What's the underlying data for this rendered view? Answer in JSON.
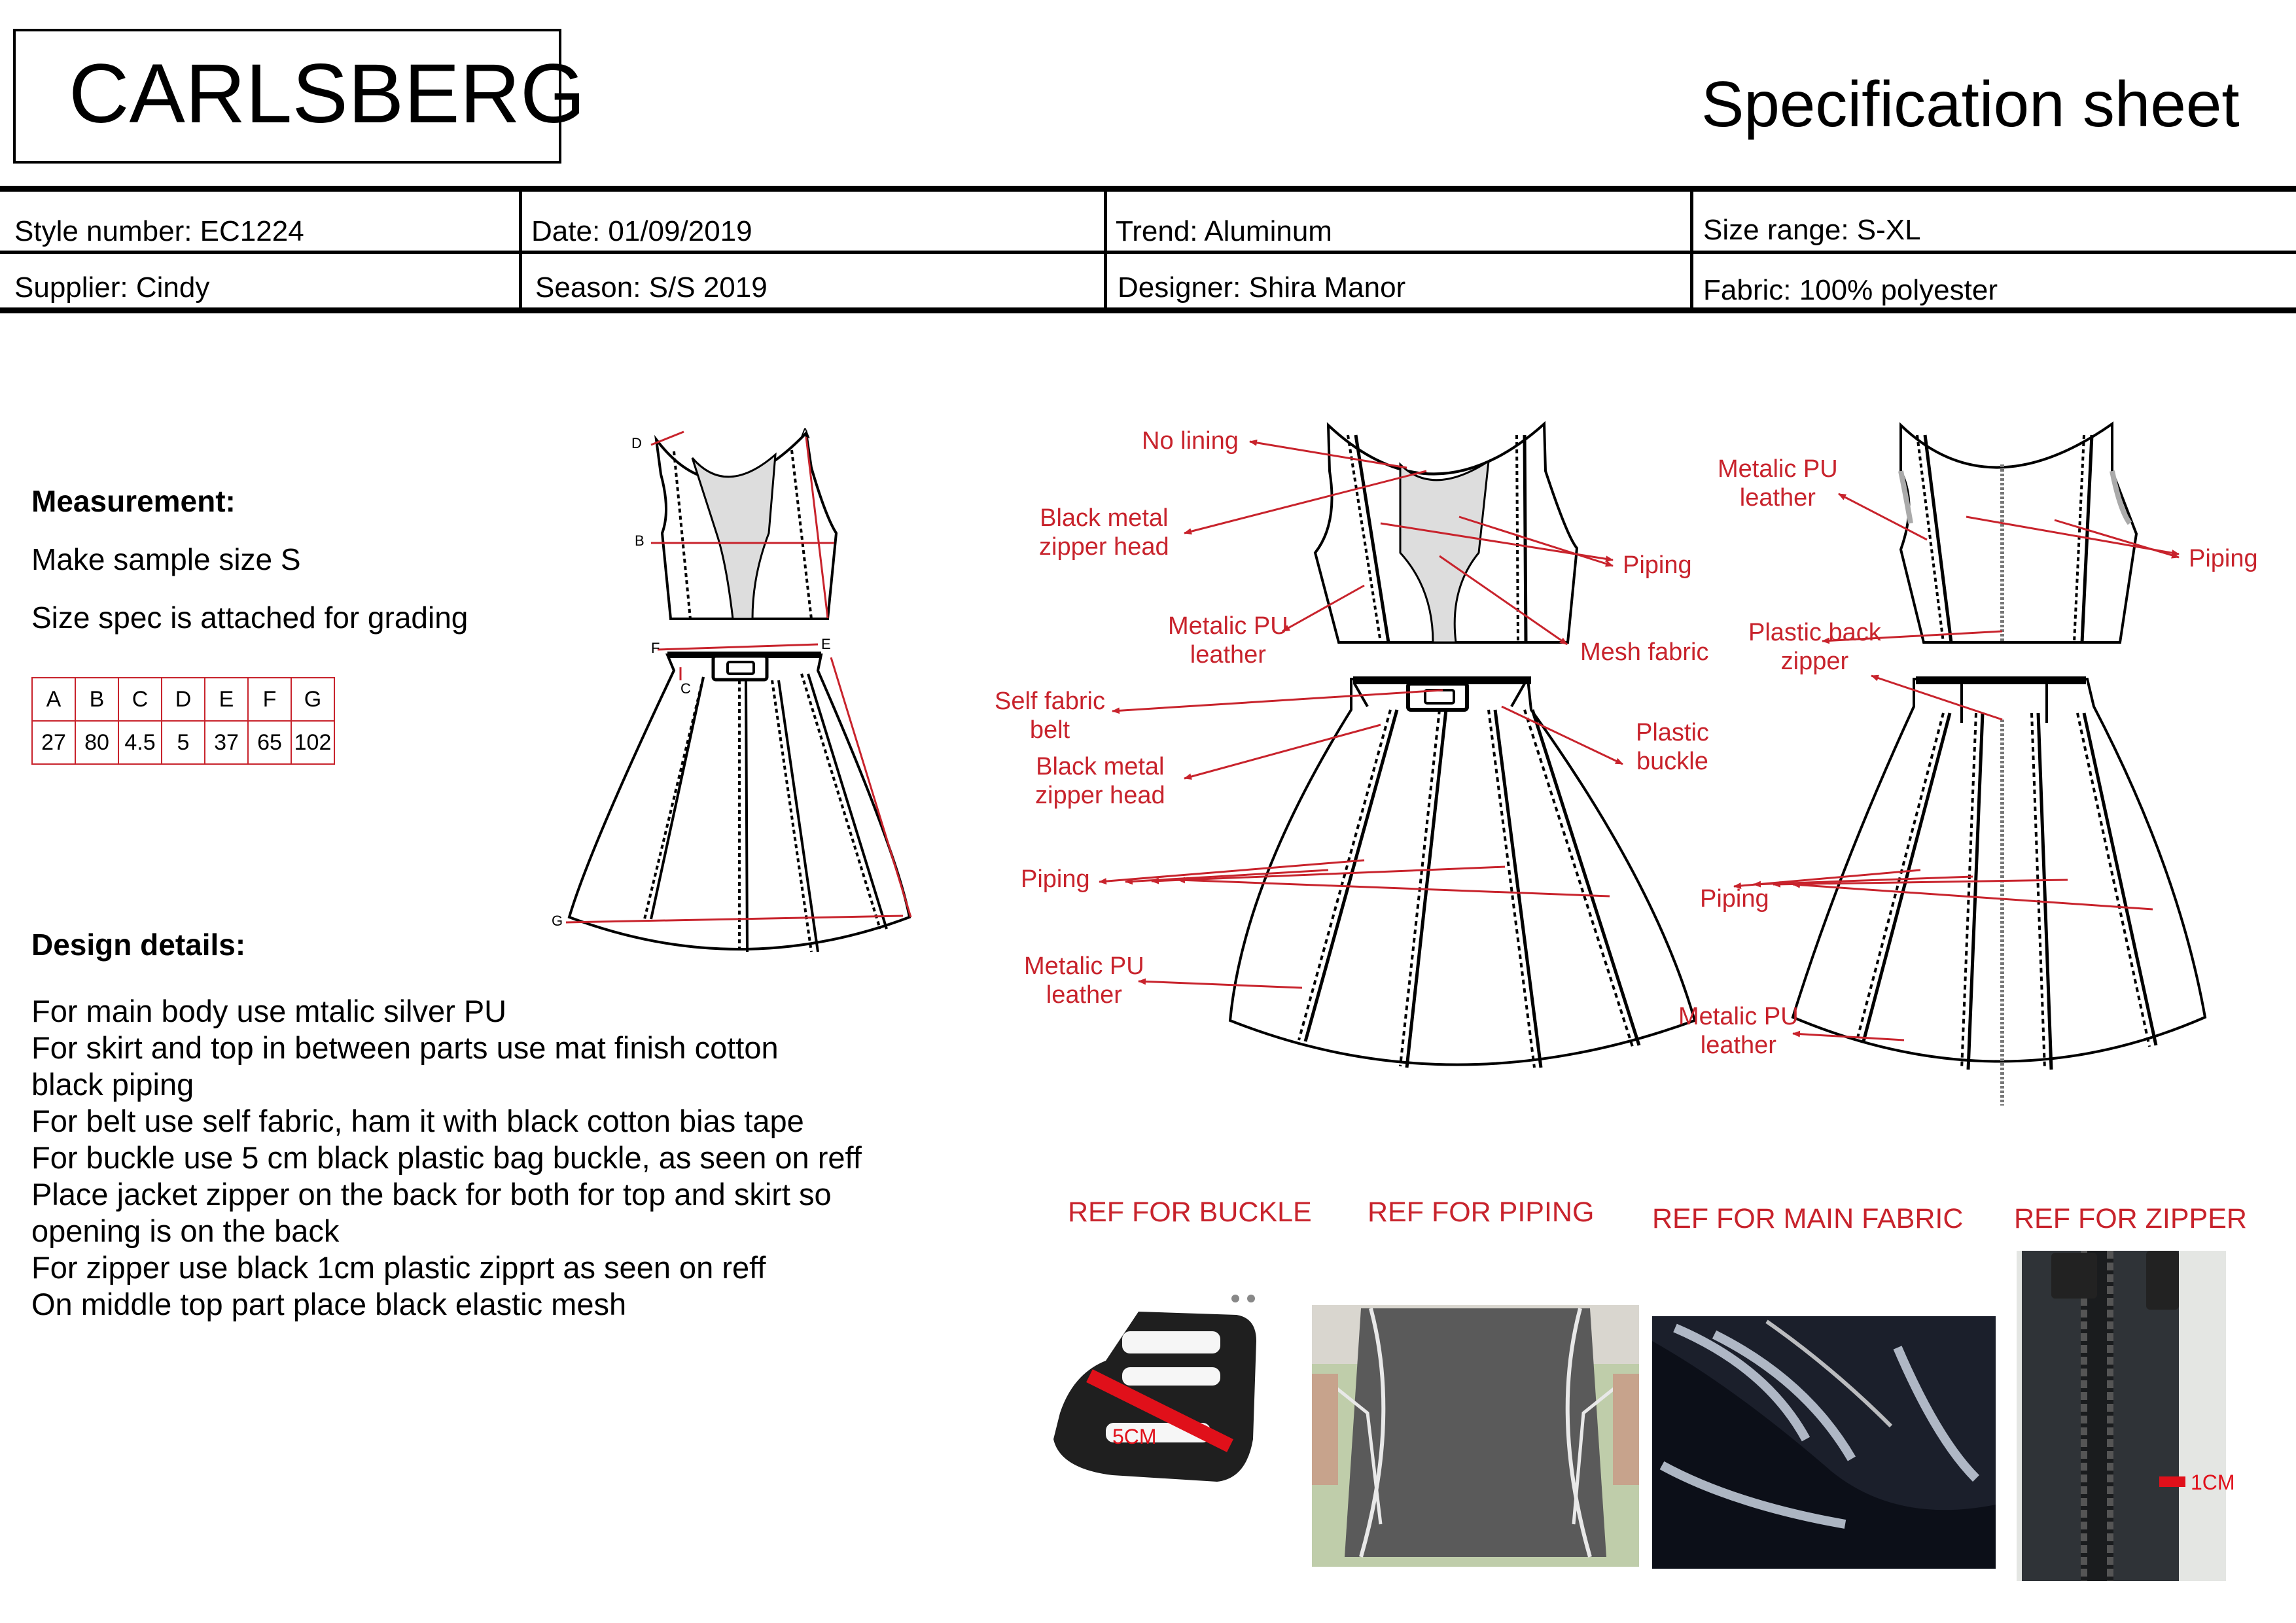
{
  "header": {
    "brand": "CARLSBERG",
    "title": "Specification sheet"
  },
  "info": {
    "style_number": "Style number: EC1224",
    "date": "Date: 01/09/2019",
    "trend": "Trend: Aluminum",
    "size_range": "Size range: S-XL",
    "supplier": "Supplier: Cindy",
    "season": "Season: S/S 2019",
    "designer": "Designer: Shira Manor",
    "fabric": "Fabric: 100% polyester"
  },
  "measurement": {
    "heading": "Measurement:",
    "line1": "Make sample size S",
    "line2": "Size spec is attached for grading",
    "headers": [
      "A",
      "B",
      "C",
      "D",
      "E",
      "F",
      "G"
    ],
    "values": [
      "27",
      "80",
      "4.5",
      "5",
      "37",
      "65",
      "102"
    ]
  },
  "sketch_points": [
    "A",
    "B",
    "C",
    "D",
    "E",
    "F",
    "G"
  ],
  "design": {
    "heading": "Design details:",
    "lines": [
      "For main body use mtalic silver PU",
      "For skirt and top in between parts use mat finish cotton",
      "black piping",
      "For belt use self fabric, ham it with black cotton bias tape",
      "For buckle use 5 cm black plastic bag buckle, as seen on reff",
      "Place jacket zipper on the back for both for top and skirt so",
      "opening is on the back",
      "For zipper use black 1cm plastic zipprt as seen on reff",
      "On middle top part place black elastic mesh"
    ]
  },
  "front_annotations": {
    "no_lining": "No lining",
    "zipper_head_1": "Black metal\nzipper head",
    "piping_top": "Piping",
    "metalic_pu_1": "Metalic PU\nleather",
    "mesh": "Mesh fabric",
    "self_belt": "Self fabric\nbelt",
    "buckle": "Plastic\nbuckle",
    "zipper_head_2": "Black metal\nzipper head",
    "piping_skirt": "Piping",
    "metalic_pu_2": "Metalic PU\nleather"
  },
  "back_annotations": {
    "metalic_pu_1": "Metalic PU\nleather",
    "piping_top": "Piping",
    "back_zipper": "Plastic back\nzipper",
    "piping_skirt": "Piping",
    "metalic_pu_2": "Metalic PU\nleather"
  },
  "references": {
    "buckle": "REF FOR BUCKLE",
    "piping": "REF FOR PIPING",
    "fabric": "REF FOR MAIN FABRIC",
    "zipper": "REF FOR ZIPPER",
    "buckle_size": "5CM",
    "zipper_size": "1CM"
  },
  "colors": {
    "accent": "#c8232c",
    "line": "#000000"
  }
}
